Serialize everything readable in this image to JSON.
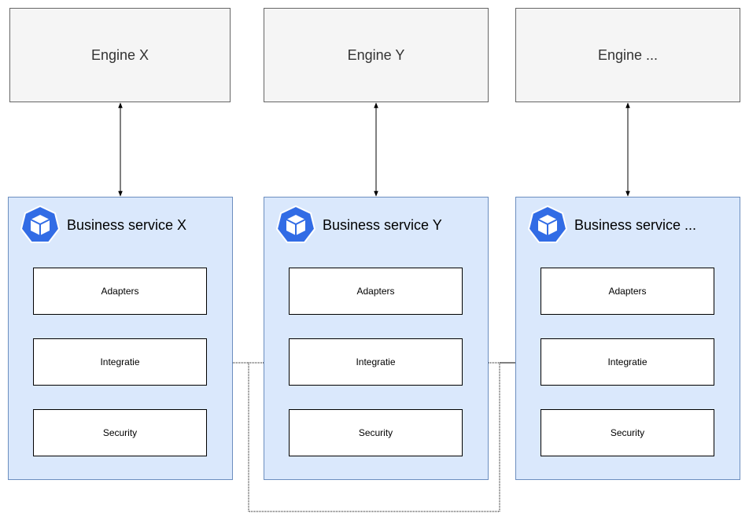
{
  "engines": [
    {
      "label": "Engine X"
    },
    {
      "label": "Engine Y"
    },
    {
      "label": "Engine ..."
    }
  ],
  "services": [
    {
      "title": "Business service X",
      "layers": [
        "Adapters",
        "Integratie",
        "Security"
      ]
    },
    {
      "title": "Business service Y",
      "layers": [
        "Adapters",
        "Integratie",
        "Security"
      ]
    },
    {
      "title": "Business service ...",
      "layers": [
        "Adapters",
        "Integratie",
        "Security"
      ]
    }
  ],
  "icon": "kubernetes-cube-icon",
  "colors": {
    "engine_fill": "#f5f5f5",
    "engine_stroke": "#666666",
    "service_fill": "#dae8fc",
    "service_stroke": "#6c8ebf",
    "icon_blue": "#326ce5"
  }
}
